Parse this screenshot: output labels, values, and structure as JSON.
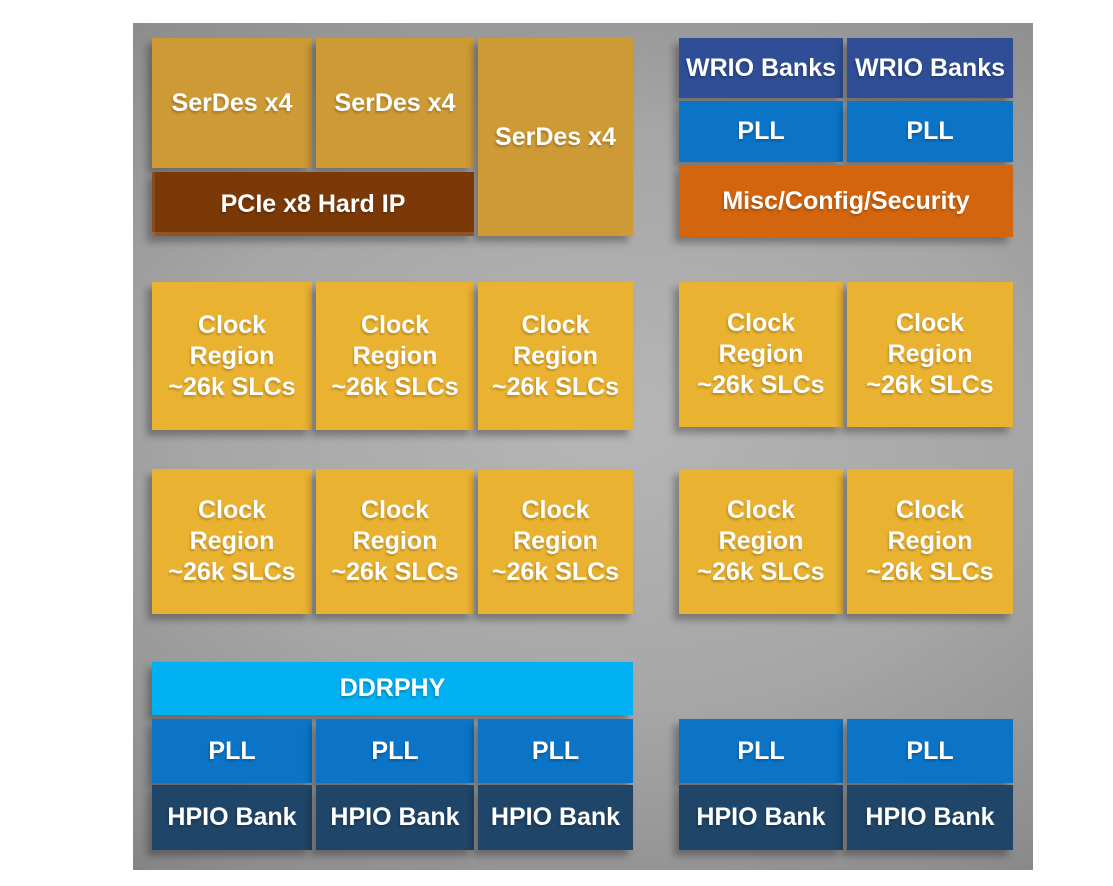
{
  "colors": {
    "serdes": "#CE9A35",
    "pcie": "#7B3908",
    "clock": "#EAB231",
    "wrio": "#2F4E95",
    "pll": "#0B74C6",
    "misc": "#D2650E",
    "ddrphy": "#00B0F0",
    "hpio": "#1F4568",
    "label_text": "#FFFFFF",
    "panel_center": "#B6B6B6",
    "panel_edge": "#676767"
  },
  "blocks": {
    "serdes": [
      "SerDes x4",
      "SerDes x4",
      "SerDes x4"
    ],
    "pcie": "PCIe x8 Hard IP",
    "wrio": [
      "WRIO Banks",
      "WRIO Banks"
    ],
    "pll_top_right": [
      "PLL",
      "PLL"
    ],
    "misc": "Misc/Config/Security",
    "clock_lines": [
      "Clock",
      "Region",
      "~26k SLCs"
    ],
    "clock_region_count_left": 6,
    "clock_region_count_right": 4,
    "ddrphy": "DDRPHY",
    "pll_bottom_left": [
      "PLL",
      "PLL",
      "PLL"
    ],
    "hpio_left": [
      "HPIO Bank",
      "HPIO Bank",
      "HPIO Bank"
    ],
    "pll_bottom_right": [
      "PLL",
      "PLL"
    ],
    "hpio_right": [
      "HPIO Bank",
      "HPIO Bank"
    ]
  }
}
